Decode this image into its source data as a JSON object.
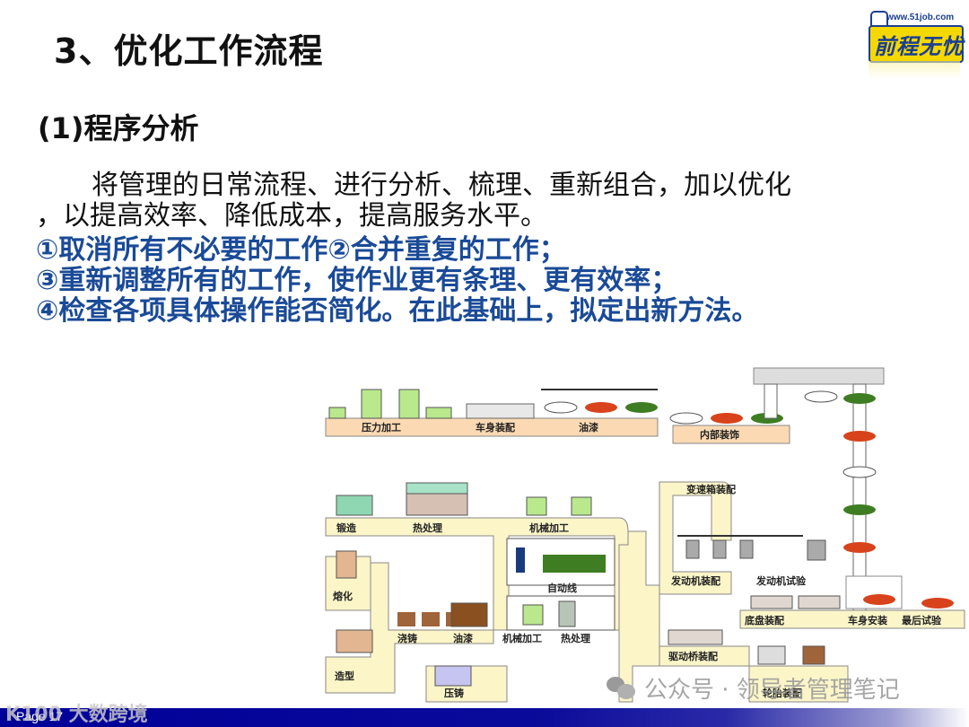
{
  "slide": {
    "title": "3、优化工作流程",
    "subtitle": "(1)程序分析",
    "paragraph_line1": "将管理的日常流程、进行分析、梳理、重新组合，加以优化",
    "paragraph_line2": "，以提高效率、降低成本，提高服务水平。",
    "bullets": [
      "①取消所有不必要的工作②合并重复的工作；",
      "③重新调整所有的工作，使作业更有条理、更有效率；",
      "④检查各项具体操作能否简化。在此基础上，拟定出新方法。"
    ],
    "bullet_color": "#1a4a97"
  },
  "logo": {
    "url": "www.51job.com",
    "brand": "前程无忧"
  },
  "footer": {
    "page_label": "Page 17",
    "bar_color": "#000099"
  },
  "watermarks": {
    "left": "K100 大数跨境",
    "right": "公众号 · 领导者管理笔记"
  },
  "diagram": {
    "stations": {
      "press": "压力加工",
      "body_assembly": "车身装配",
      "painting": "油漆",
      "interior": "内部装饰",
      "gearbox": "变速箱装配",
      "forging": "锻造",
      "heat_treat_top": "热处理",
      "machining_top": "机械加工",
      "auto_line": "自动线",
      "engine_assembly": "发动机装配",
      "engine_test": "发动机试验",
      "melting": "熔化",
      "casting": "浇铸",
      "paint_lower": "油漆",
      "machining_lower": "机械加工",
      "heat_treat_lower": "热处理",
      "chassis": "底盘装配",
      "body_install": "车身安装",
      "final_test": "最后试验",
      "molding": "造型",
      "die_casting": "压铸",
      "axle": "驱动桥装配",
      "tire": "轮胎装配"
    },
    "colors": {
      "belt": "#fbf5c8",
      "top_belt": "#fbd9b3",
      "green_car": "#3f7d23",
      "red_car": "#d8431c",
      "machine_green": "#b9e88d"
    }
  }
}
